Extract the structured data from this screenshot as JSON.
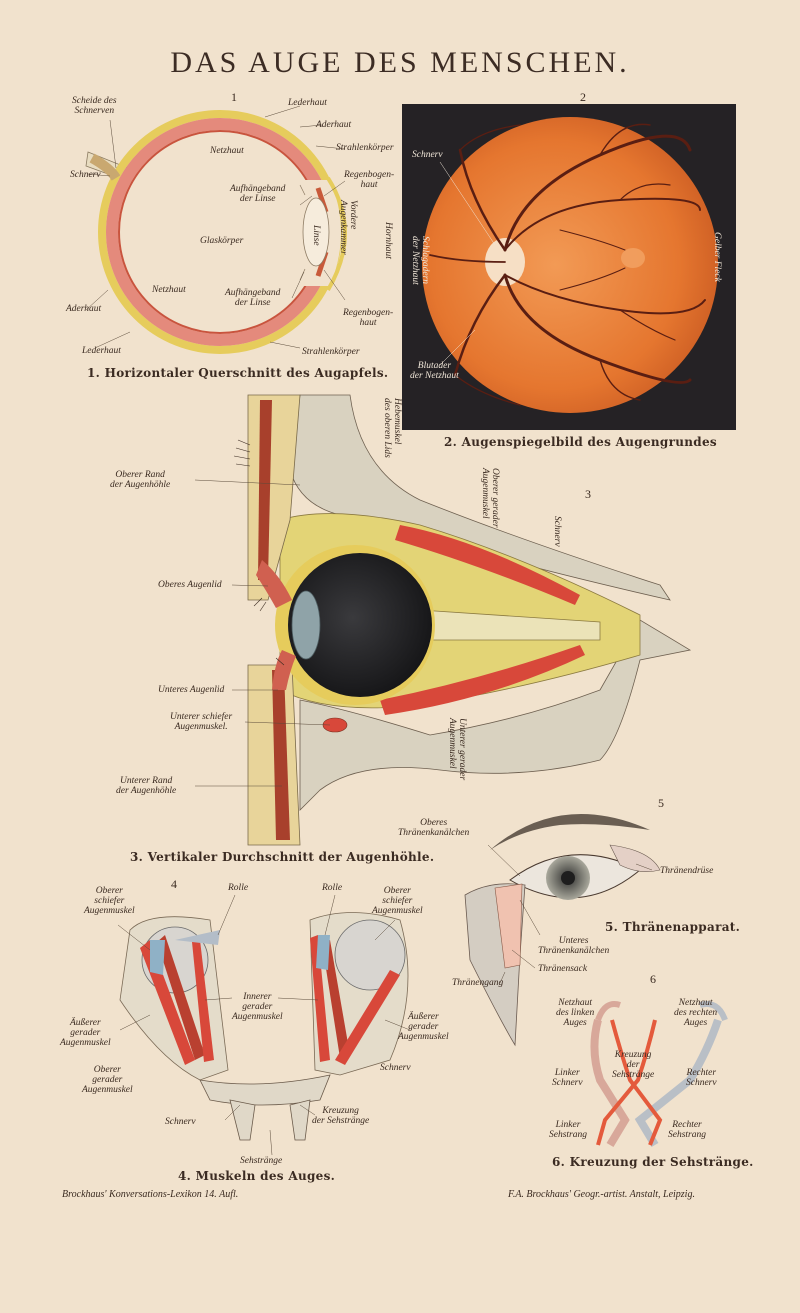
{
  "title": "DAS AUGE DES MENSCHEN.",
  "figure_numbers": [
    "1",
    "2",
    "3",
    "4",
    "5",
    "6"
  ],
  "captions": {
    "fig1": "1. Horizontaler Querschnitt des Augapfels.",
    "fig2": "2. Augenspiegelbild des Augengrundes",
    "fig3": "3. Vertikaler Durchschnitt der Augenhöhle.",
    "fig4": "4. Muskeln des Auges.",
    "fig5": "5. Thränenapparat.",
    "fig6": "6. Kreuzung der Sehstränge."
  },
  "fig1_labels": {
    "scheide": "Scheide des\nSchnerven",
    "lederhaut_top": "Lederhaut",
    "aderhaut_top": "Aderhaut",
    "netzhaut_top": "Netzhaut",
    "strahlenkoerper_top": "Strahlenkörper",
    "regenbogenhaut_top": "Regenbogen-\nhaut",
    "aufhaengeband_top": "Aufhängeband\nder Linse",
    "hornhaut": "Hornhaut",
    "vordere_augenkammer": "Vordere\nAugenkammer",
    "schnerv": "Schnerv",
    "glaskoerper": "Glaskörper",
    "linse": "Linse",
    "netzhaut_bottom": "Netzhaut",
    "aufhaengeband_bottom": "Aufhängeband\nder Linse",
    "aderhaut_bottom": "Aderhaut",
    "regenbogenhaut_bottom": "Regenbogen-\nhaut",
    "lederhaut_bottom": "Lederhaut",
    "strahlenkoerper_bottom": "Strahlenkörper"
  },
  "fig2_labels": {
    "schnerv": "Schnerv",
    "schlagadern": "Schlagadern\nder Netzhaut",
    "gelber_fleck": "Gelber Fleck",
    "blutader": "Blutader\nder Netzhaut"
  },
  "fig3_labels": {
    "hebemuskel": "Hebemuskel\ndes oberen Lids",
    "oberer_rand": "Oberer Rand\nder Augenhöhle",
    "oberer_gerader": "Oberer gerader\nAugenmuskel",
    "schnerv": "Schnerv",
    "oberes_augenlid": "Oberes Augenlid",
    "unteres_augenlid": "Unteres Augenlid",
    "unterer_schiefer": "Unterer schiefer\nAugenmuskel.",
    "unterer_gerader": "Unterer gerader\nAugenmuskel",
    "unterer_rand": "Unterer Rand\nder Augenhöhle"
  },
  "fig4_labels": {
    "oberer_schiefer_left": "Oberer\nschiefer\nAugenmuskel",
    "rolle_left": "Rolle",
    "rolle_right": "Rolle",
    "oberer_schiefer_right": "Oberer\nschiefer\nAugenmuskel",
    "innerer_gerader": "Innerer\ngerader\nAugenmuskel",
    "aeusserer_left": "Äußerer\ngerader\nAugenmuskel",
    "aeusserer_right": "Äußerer\ngerader\nAugenmuskel",
    "oberer_gerader": "Oberer\ngerader\nAugenmuskel",
    "schnerv_left": "Schnerv",
    "schnerv_right": "Schnerv",
    "kreuzung": "Kreuzung\nder Sehstränge",
    "sehstraenge": "Sehstränge"
  },
  "fig5_labels": {
    "oberes_kanaelchen": "Oberes\nThränenkanälchen",
    "thraenendruese": "Thränendrüse",
    "unteres_kanaelchen": "Unteres\nThränenkanälchen",
    "thraenensack": "Thränensack",
    "thraenengang": "Thränengang"
  },
  "fig6_labels": {
    "netzhaut_links": "Netzhaut\ndes linken\nAuges",
    "netzhaut_rechts": "Netzhaut\ndes rechten\nAuges",
    "kreuzung": "Kreuzung\nder\nSehstränge",
    "linker_schnerv": "Linker\nSchnerv",
    "rechter_schnerv": "Rechter\nSchnerv",
    "linker_sehstrang": "Linker\nSehstrang",
    "rechter_sehstrang": "Rechter\nSehstrang"
  },
  "footer": {
    "left": "Brockhaus' Konversations-Lexikon 14. Aufl.",
    "right": "F.A. Brockhaus' Geogr.-artist. Anstalt, Leipzig."
  },
  "colors": {
    "paper": "#f1e2cd",
    "sclera_yellow": "#e6cc5c",
    "muscle_red": "#d8483a",
    "fundus_orange": "#e9793b",
    "fundus_background": "#252225",
    "vessel_dark": "#5a1e12",
    "bone_grey": "#d9d2c0",
    "fat_yellow": "#e3d476"
  }
}
